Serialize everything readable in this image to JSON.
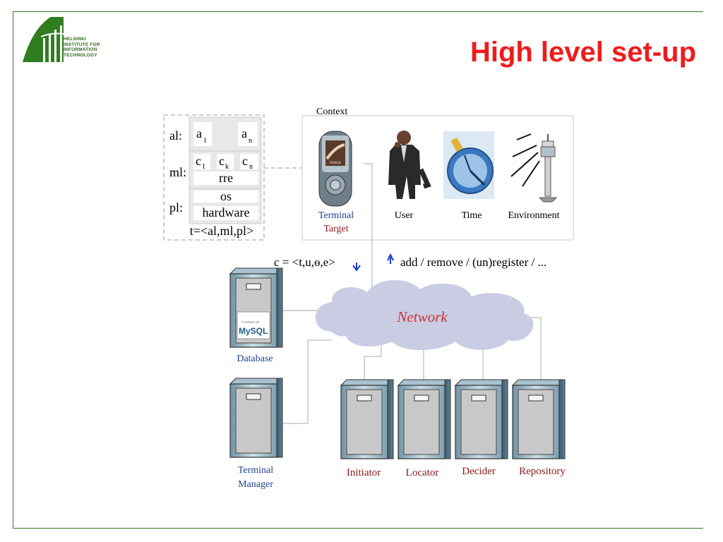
{
  "header": {
    "title": "High level set-up",
    "logo_lines": [
      "HELSINKI",
      "INSTITUTE FOR",
      "INFORMATION",
      "TECHNOLOGY"
    ]
  },
  "stack": {
    "al_label": "al:",
    "ml_label": "ml:",
    "pl_label": "pl:",
    "a1": "a",
    "a1_sub": "1",
    "an": "a",
    "an_sub": "n",
    "c1": "c",
    "c1_sub": "1",
    "ck": "c",
    "ck_sub": "k",
    "cn": "c",
    "cn_sub": "n",
    "rre": "rre",
    "os": "os",
    "hardware": "hardware",
    "tuple": "t=<al,ml,pl>"
  },
  "context": {
    "label": "Context",
    "terminal_label_1": "Terminal",
    "terminal_label_2": "Target",
    "user": "User",
    "time": "Time",
    "environment": "Environment",
    "phone_brand": "NOKIA"
  },
  "arrows": {
    "down_label": "c = <t,u,ɵ,e>",
    "up_label": "add / remove / (un)register / ..."
  },
  "network": {
    "label": "Network"
  },
  "servers": {
    "database": "Database",
    "terminal_manager_1": "Terminal",
    "terminal_manager_2": "Manager",
    "initiator": "Initiator",
    "locator": "Locator",
    "decider": "Decider",
    "repository": "Repository",
    "mysql_badge_small": "POWERED BY",
    "mysql_badge": "MySQL"
  },
  "colors": {
    "title": "#ef1c1c",
    "frame": "#2f7d1f",
    "network_text": "#cc3333",
    "terminal_blue": "#1f3f99",
    "target_red": "#8a1a1a",
    "cloud": "#c9cce3"
  }
}
